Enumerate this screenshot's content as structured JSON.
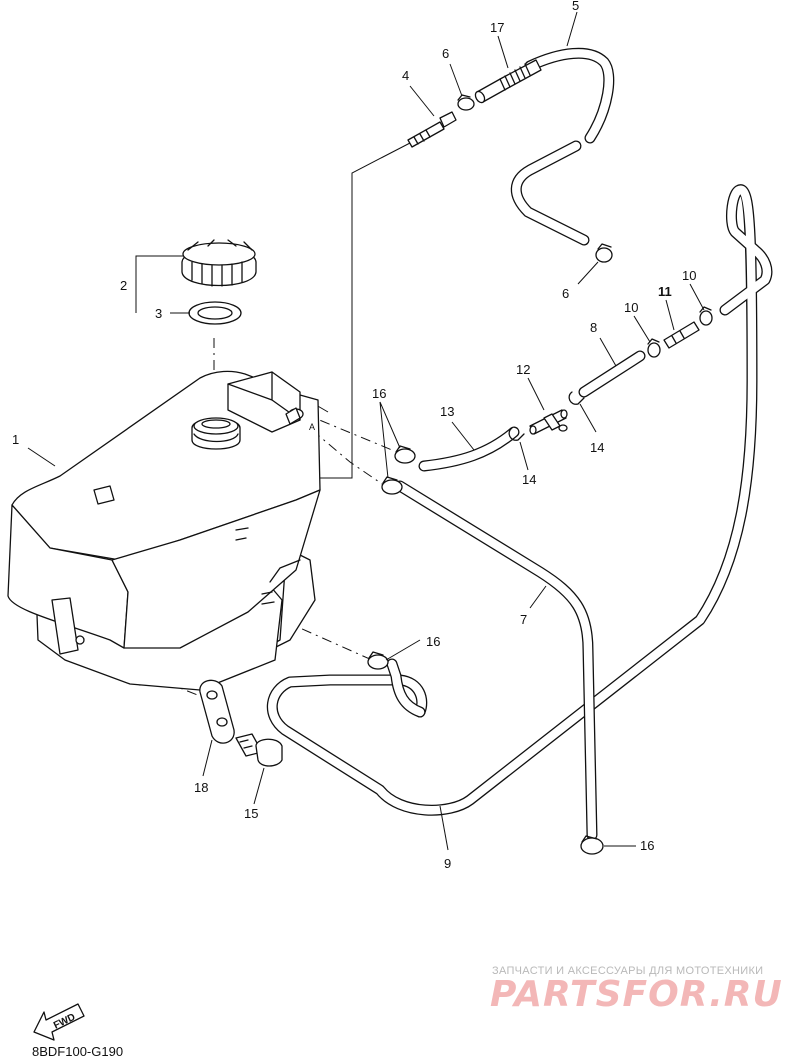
{
  "parts": [
    {
      "id": "label-1",
      "text": "1"
    },
    {
      "id": "label-2",
      "text": "2"
    },
    {
      "id": "label-3",
      "text": "3"
    },
    {
      "id": "label-4",
      "text": "4"
    },
    {
      "id": "label-5",
      "text": "5"
    },
    {
      "id": "label-6a",
      "text": "6"
    },
    {
      "id": "label-6b",
      "text": "6"
    },
    {
      "id": "label-7",
      "text": "7"
    },
    {
      "id": "label-8",
      "text": "8"
    },
    {
      "id": "label-9",
      "text": "9"
    },
    {
      "id": "label-10a",
      "text": "10"
    },
    {
      "id": "label-10b",
      "text": "10"
    },
    {
      "id": "label-11",
      "text": "11"
    },
    {
      "id": "label-12",
      "text": "12"
    },
    {
      "id": "label-13",
      "text": "13"
    },
    {
      "id": "label-14a",
      "text": "14"
    },
    {
      "id": "label-14b",
      "text": "14"
    },
    {
      "id": "label-15",
      "text": "15"
    },
    {
      "id": "label-16a",
      "text": "16"
    },
    {
      "id": "label-16b",
      "text": "16"
    },
    {
      "id": "label-16c",
      "text": "16"
    },
    {
      "id": "label-17",
      "text": "17"
    },
    {
      "id": "label-18",
      "text": "18"
    }
  ],
  "reference_letter": "A",
  "fwd_label": "FWD",
  "diagram_code": "8BDF100-G190",
  "watermark": {
    "tagline": "ЗАПЧАСТИ И АКСЕССУАРЫ ДЛЯ МОТОТЕХНИКИ",
    "logo": "PARTSFOR.RU",
    "logo_color": "#f3b7b7",
    "tagline_color": "#b9b9b9"
  }
}
